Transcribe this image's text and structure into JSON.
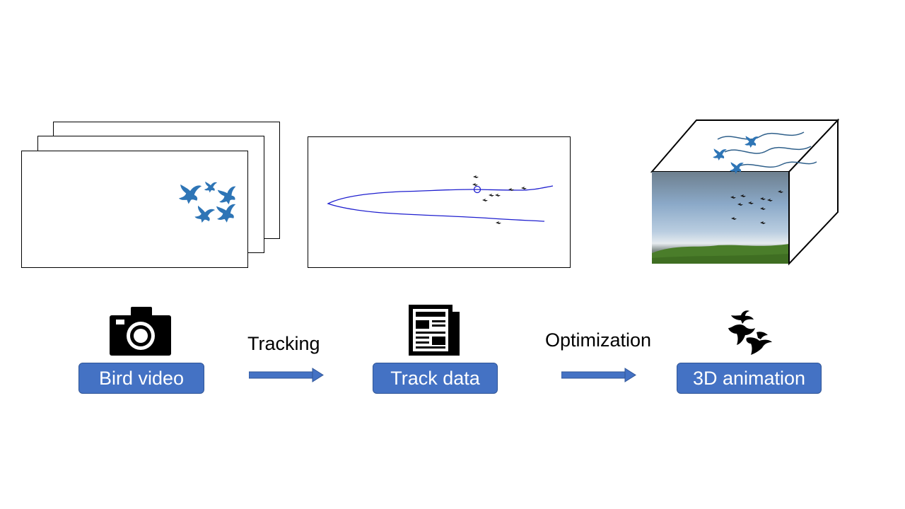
{
  "diagram": {
    "stages": [
      {
        "id": "video",
        "label": "Bird video",
        "icon": "camera-icon"
      },
      {
        "id": "track",
        "label": "Track data",
        "icon": "newspaper-icon"
      },
      {
        "id": "anim",
        "label": "3D animation",
        "icon": "flying-birds-icon"
      }
    ],
    "transitions": [
      {
        "label": "Tracking"
      },
      {
        "label": "Optimization"
      }
    ]
  },
  "colors": {
    "accent": "#4472c4",
    "accent_border": "#2f5597",
    "bird_blue": "#2e75b6",
    "track_line": "#1f1fcf"
  }
}
